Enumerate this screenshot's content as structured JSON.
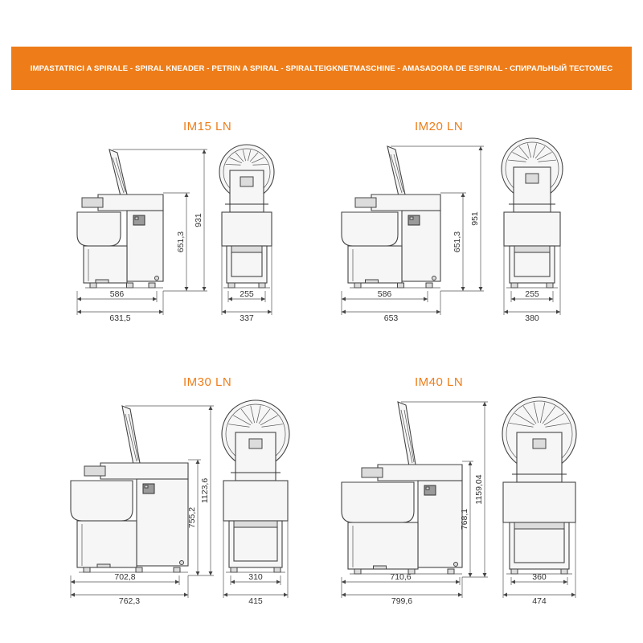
{
  "header": {
    "banner_text": "IMPASTATRICI A SPIRALE - SPIRAL KNEADER - PETRIN A SPIRAL - SPIRALTEIGKNETMASCHINE - AMASADORA DE ESPIRAL - СПИРАЛЬНЫЙ ТЕСТОМЕС",
    "banner_color": "#ee7d19"
  },
  "models": [
    {
      "name": "IM15 LN",
      "dims": {
        "depth_base": "586",
        "depth_total": "631,5",
        "height_closed": "651,3",
        "height_open": "931",
        "width_base": "255",
        "width_total": "337"
      }
    },
    {
      "name": "IM20 LN",
      "dims": {
        "depth_base": "586",
        "depth_total": "653",
        "height_closed": "651,3",
        "height_open": "951",
        "width_base": "255",
        "width_total": "380"
      }
    },
    {
      "name": "IM30 LN",
      "dims": {
        "depth_base": "702,8",
        "depth_total": "762,3",
        "height_closed": "755,2",
        "height_open": "1123,6",
        "width_base": "310",
        "width_total": "415"
      }
    },
    {
      "name": "IM40 LN",
      "dims": {
        "depth_base": "710,6",
        "depth_total": "799,6",
        "height_closed": "768,1",
        "height_open": "1159,04",
        "width_base": "360",
        "width_total": "474"
      }
    }
  ]
}
